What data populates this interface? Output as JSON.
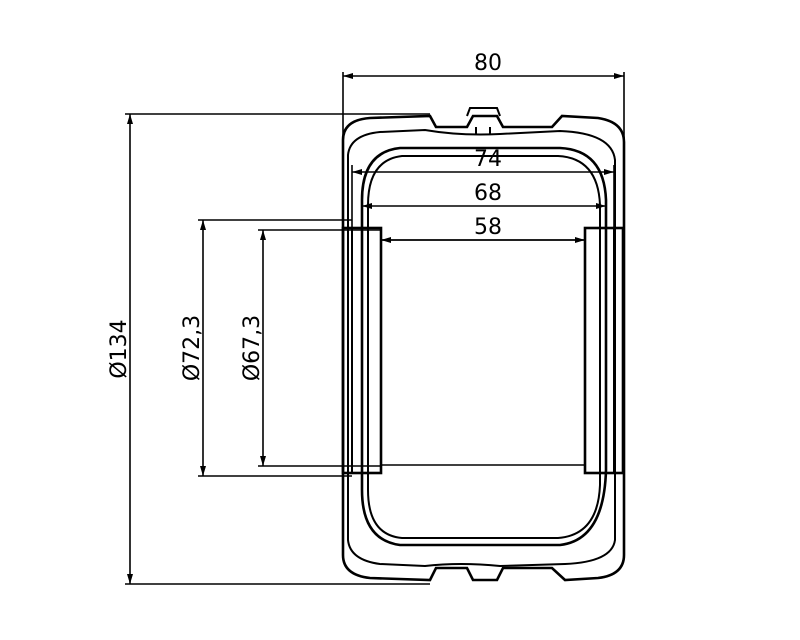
{
  "drawing": {
    "dimensions": {
      "overall_width": "80",
      "outer_diameter": "Ø134",
      "width_74": "74",
      "width_68": "68",
      "width_58": "58",
      "bore_72_3": "Ø72,3",
      "bore_67_3": "Ø67,3"
    }
  }
}
